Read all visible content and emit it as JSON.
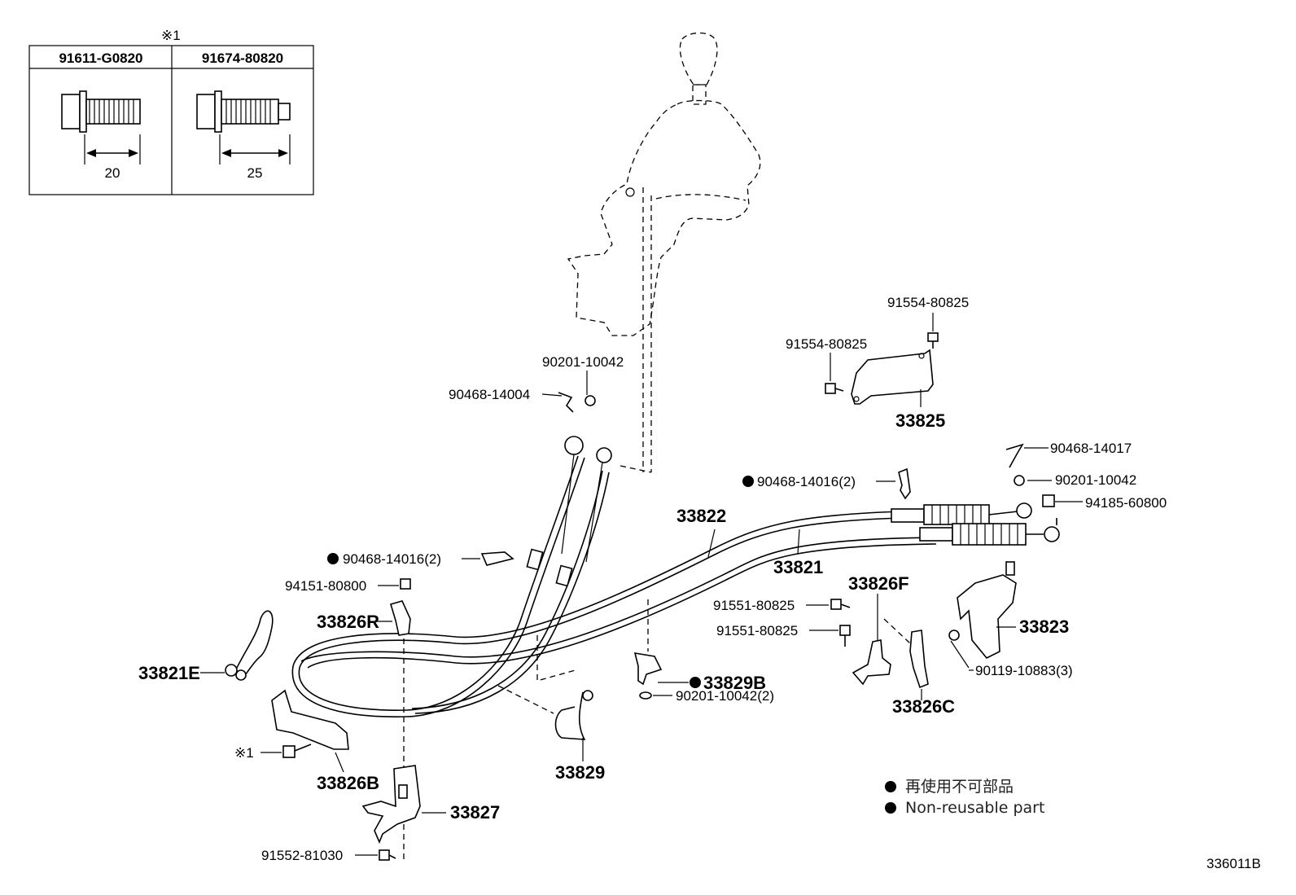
{
  "table": {
    "note_mark": "※1",
    "headers": [
      "91611-G0820",
      "91674-80820"
    ],
    "dims": [
      "20",
      "25"
    ]
  },
  "labels": {
    "p91554_80825_top": "91554-80825",
    "p91554_80825_left": "91554-80825",
    "p33825": "33825",
    "p90201_10042_top": "90201-10042",
    "p90468_14004": "90468-14004",
    "p90468_14017": "90468-14017",
    "p90468_14016_right": "90468-14016(2)",
    "p90201_10042_right": "90201-10042",
    "p94185_60800": "94185-60800",
    "p33822": "33822",
    "p33821": "33821",
    "p90468_14016_left": "90468-14016(2)",
    "p94151_80800": "94151-80800",
    "p33826R": "33826R",
    "p33826F": "33826F",
    "p91551_80825_a": "91551-80825",
    "p91551_80825_b": "91551-80825",
    "p33823": "33823",
    "p33821E": "33821E",
    "p33829B": "33829B",
    "p90201_10042_2": "90201-10042(2)",
    "p90119_10883": "90119-10883(3)",
    "p33826C": "33826C",
    "p_note1": "※1",
    "p33826B": "33826B",
    "p33829": "33829",
    "p33827": "33827",
    "p91552_81030": "91552-81030"
  },
  "legend": {
    "line_jp": "再使用不可部品",
    "line_en": "Non-reusable part"
  },
  "figure_code": "336011B"
}
